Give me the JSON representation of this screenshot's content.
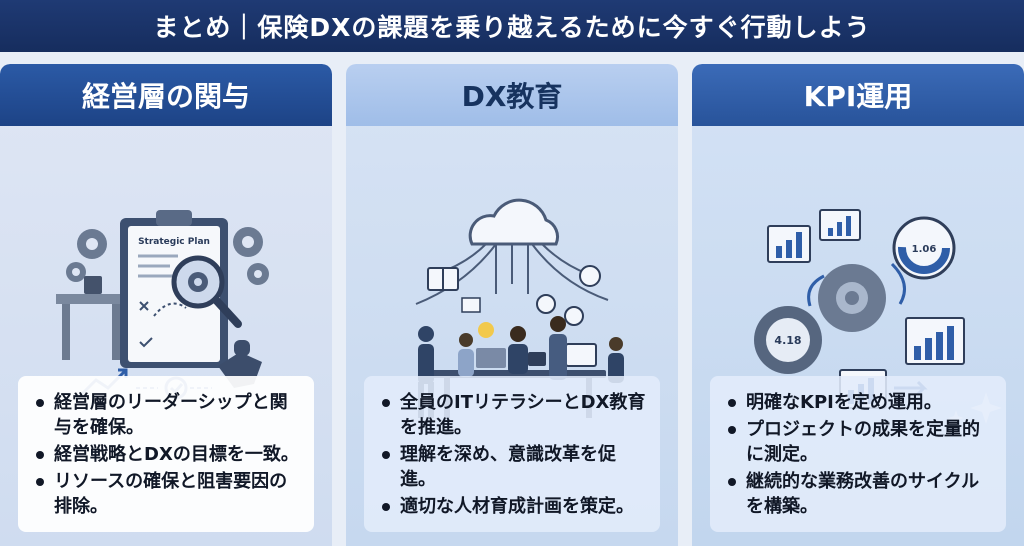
{
  "header": {
    "title": "まとめ｜保険DXの課題を乗り越えるために今すぐ行動しよう"
  },
  "panels": [
    {
      "title": "経営層の関与",
      "bullets": [
        "経営層のリーダーシップと関与を確保。",
        "経営戦略とDXの目標を一致。",
        "リソースの確保と阻害要因の排除。"
      ],
      "illustration": {
        "clipboard_label": "Strategic Plan",
        "icons": [
          "clipboard-icon",
          "magnifier-icon",
          "gear-icon",
          "handshake-icon",
          "desk-icon",
          "trend-arrow-icon",
          "check-icon"
        ]
      }
    },
    {
      "title": "DX教育",
      "bullets": [
        "全員のITリテラシーとDX教育を推進。",
        "理解を深め、意識改革を促進。",
        "適切な人材育成計画を策定。"
      ],
      "illustration": {
        "icons": [
          "cloud-icon",
          "book-icon",
          "laptop-icon",
          "people-icon",
          "lightbulb-icon",
          "chart-icon"
        ]
      }
    },
    {
      "title": "KPI運用",
      "bullets": [
        "明確なKPIを定め運用。",
        "プロジェクトの成果を定量的に測定。",
        "継続的な業務改善のサイクルを構築。"
      ],
      "illustration": {
        "gauge_values": [
          "1.06",
          "4.18"
        ],
        "icons": [
          "gear-icon",
          "bar-chart-icon",
          "donut-chart-icon",
          "cycle-arrow-icon",
          "sparkle-icon"
        ]
      }
    }
  ],
  "colors": {
    "header_bg": "#1f3a74",
    "panel1_head": "#2b5aa6",
    "panel2_head": "#b9cff0",
    "panel3_head": "#3b6bb8",
    "text_dark": "#111827"
  }
}
